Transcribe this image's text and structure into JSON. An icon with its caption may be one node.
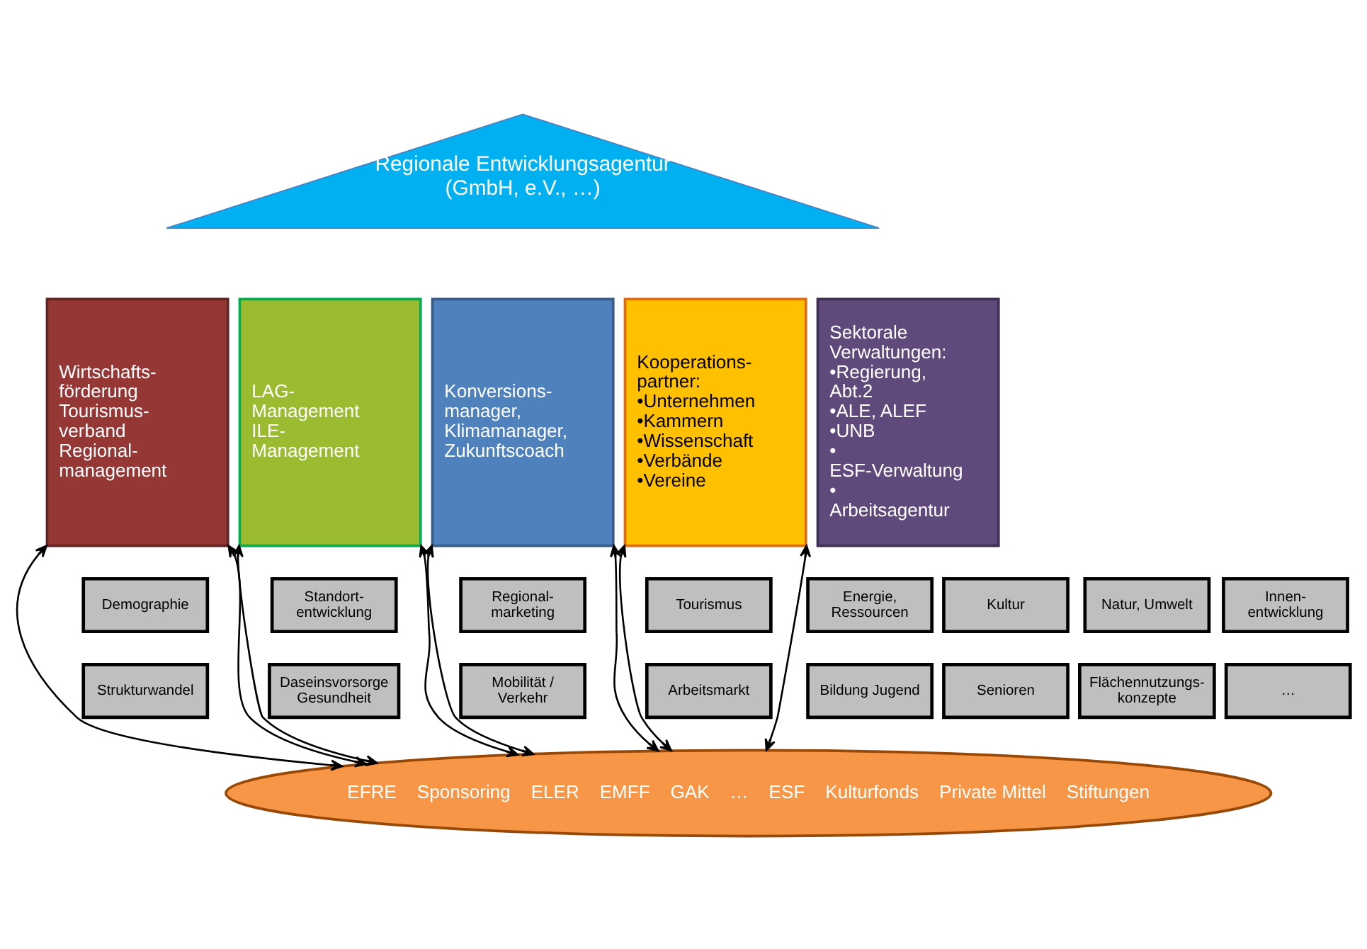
{
  "diagram": {
    "nodes": [
      {
        "text": [
          "Regionale Entwicklungsagentur (GmbH, e.V., …)"
        ]
      },
      {
        "text": [
          "Wirtschafts- förderung",
          "Tourismus- verband",
          "Regional- management"
        ]
      },
      {
        "text": [
          "LAG- Management",
          "ILE- Management"
        ]
      },
      {
        "text": [
          "Konversions- manager, Klimamanager, Zukunftscoach"
        ]
      },
      {
        "text": [
          "Kooperations- partner:",
          "•Unternehmen",
          "•Kammern",
          "•Wissenschaft",
          "•Verbände",
          "•Vereine"
        ]
      },
      {
        "text": [
          "Sektorale Verwaltungen:",
          "•Regierung, Abt.2",
          "•ALE, ALEF",
          "•UNB",
          "• ESF-Verwaltung",
          "• Arbeitsagentur"
        ]
      },
      {
        "text": [
          "Demographie"
        ]
      },
      {
        "text": [
          "Standort- entwicklung"
        ]
      },
      {
        "text": [
          "Regional- marketing"
        ]
      },
      {
        "text": [
          "Tourismus"
        ]
      },
      {
        "text": [
          "Energie, Ressourcen"
        ]
      },
      {
        "text": [
          "Kultur"
        ]
      },
      {
        "text": [
          "Natur, Umwelt"
        ]
      },
      {
        "text": [
          "Innen- entwicklung"
        ]
      },
      {
        "text": [
          "Strukturwandel"
        ]
      },
      {
        "text": [
          "Daseinsvorsorge Gesundheit"
        ]
      },
      {
        "text": [
          "Mobilität / Verkehr"
        ]
      },
      {
        "text": [
          "Arbeitsmarkt"
        ]
      },
      {
        "text": [
          "Bildung Jugend"
        ]
      },
      {
        "text": [
          "Senioren"
        ]
      },
      {
        "text": [
          "Flächennutzungs- konzepte"
        ]
      },
      {
        "text": [
          "…"
        ]
      },
      {
        "text": [
          "EFRE",
          "Sponsoring",
          "ELER",
          "EMFF",
          "GAK",
          "…",
          "ESF",
          "Kulturfonds",
          "Private Mittel",
          "Stiftungen"
        ]
      }
    ],
    "edges": [
      {
        "from": 1,
        "to": 22,
        "arrow": "both"
      },
      {
        "from": 1,
        "to": 22,
        "arrow": "both"
      },
      {
        "from": 2,
        "to": 22,
        "arrow": "both"
      },
      {
        "from": 2,
        "to": 22,
        "arrow": "both"
      },
      {
        "from": 3,
        "to": 22,
        "arrow": "both"
      },
      {
        "from": 3,
        "to": 22,
        "arrow": "both"
      },
      {
        "from": 4,
        "to": 22,
        "arrow": "both"
      },
      {
        "from": 4,
        "to": 22,
        "arrow": "both"
      }
    ]
  }
}
